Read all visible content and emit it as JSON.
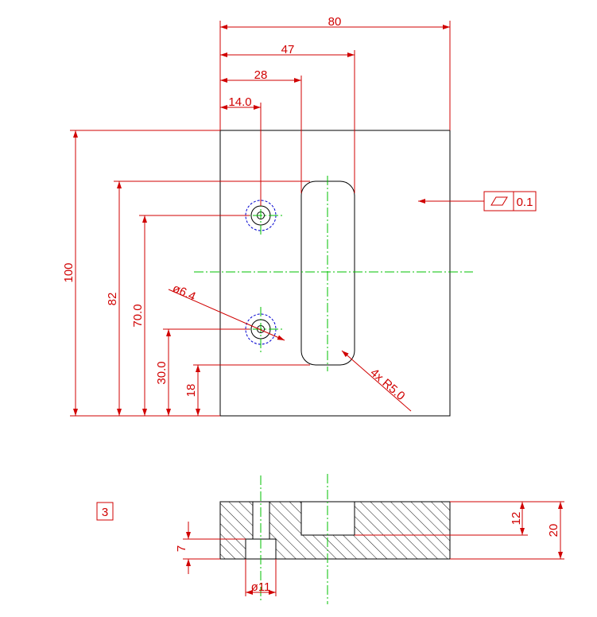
{
  "dimensions": {
    "width_80": "80",
    "width_47": "47",
    "width_28": "28",
    "width_14": "14.0",
    "height_100": "100",
    "height_82": "82",
    "height_70": "70.0",
    "height_30": "30.0",
    "height_18": "18",
    "hole_diameter": "ø6.4",
    "fillet_radius": "4x R5.0",
    "section_depth_12": "12",
    "section_height_20": "20",
    "section_depth_7": "7",
    "counterbore_diameter": "ø11"
  },
  "tolerance": {
    "symbol": "flatness",
    "value": "0.1"
  },
  "view_label": "3",
  "colors": {
    "dimension": "#d00000",
    "object": "#000000",
    "centerline": "#00c000",
    "hidden": "#0000d0"
  }
}
